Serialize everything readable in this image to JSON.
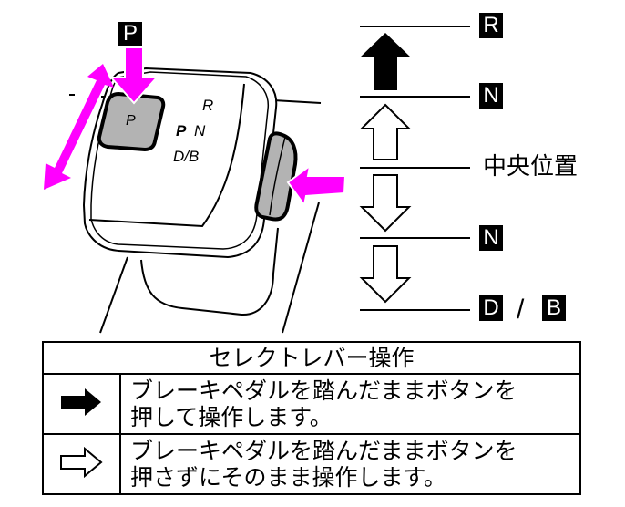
{
  "diagram": {
    "title": "Select lever shift operation diagram",
    "top_button_badge": "P",
    "lever_markings": {
      "R": "R",
      "P": "P",
      "N": "N",
      "DB": "D/B",
      "button_label": "P"
    },
    "positions": [
      {
        "id": "R",
        "label": "R",
        "type": "badge"
      },
      {
        "id": "N-upper",
        "label": "N",
        "type": "badge"
      },
      {
        "id": "center",
        "label": "中央位置",
        "type": "text"
      },
      {
        "id": "N-lower",
        "label": "N",
        "type": "badge"
      },
      {
        "id": "D",
        "label": "D",
        "type": "badge"
      },
      {
        "id": "B",
        "label": "B",
        "type": "badge"
      }
    ],
    "separator": "/",
    "arrows": [
      {
        "from": "N-upper",
        "to": "R",
        "style": "filled",
        "direction": "up"
      },
      {
        "from": "center",
        "to": "N-upper",
        "style": "outline",
        "direction": "up"
      },
      {
        "from": "center",
        "to": "N-lower",
        "style": "outline",
        "direction": "down"
      },
      {
        "from": "N-lower",
        "to": "D/B",
        "style": "outline",
        "direction": "down"
      }
    ],
    "colors": {
      "accent_arrow": "#ff00ff",
      "button_gray": "#b3b3b3",
      "badge_bg": "#000000",
      "badge_text": "#ffffff"
    }
  },
  "legend": {
    "header": "セレクトレバー操作",
    "rows": [
      {
        "icon": "filled-arrow-right",
        "text_line1": "ブレーキペダルを踏んだままボタンを",
        "text_line2": "押して操作します。"
      },
      {
        "icon": "outline-arrow-right",
        "text_line1": "ブレーキペダルを踏んだままボタンを",
        "text_line2": "押さずにそのまま操作します。"
      }
    ]
  }
}
